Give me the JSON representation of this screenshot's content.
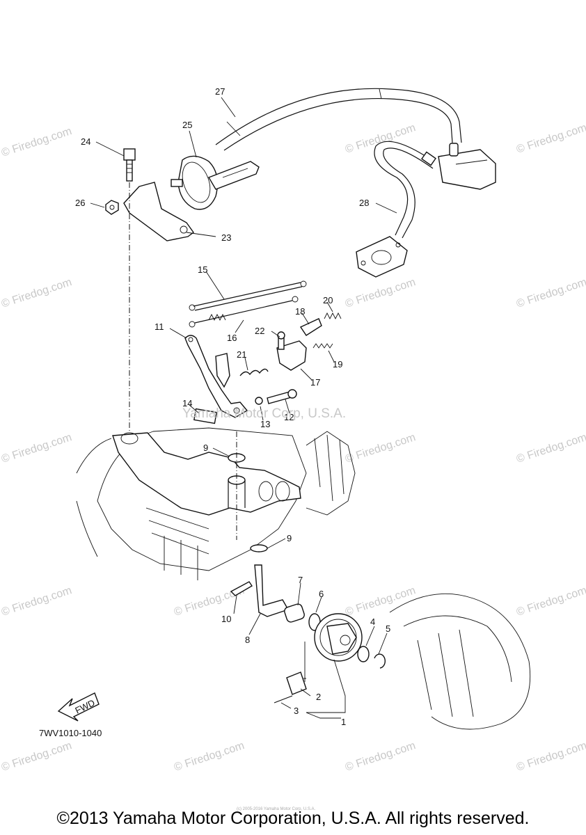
{
  "diagram": {
    "callouts": [
      "27",
      "25",
      "24",
      "26",
      "23",
      "28",
      "15",
      "20",
      "18",
      "11",
      "22",
      "16",
      "21",
      "19",
      "17",
      "14",
      "12",
      "13",
      "9",
      "9",
      "7",
      "6",
      "10",
      "8",
      "4",
      "5",
      "2",
      "3",
      "1"
    ],
    "fwd_label": "FWD",
    "drawing_code": "7WV1010-1040",
    "watermark": "© Firedog.com",
    "center_watermark": "Yamaha Motor Corp, U.S.A.",
    "small_notice": "(c) 2005-2016 Yamaha Motor Corp, U.S.A.",
    "copyright": "©2013 Yamaha Motor Corporation, U.S.A. All rights reserved."
  }
}
